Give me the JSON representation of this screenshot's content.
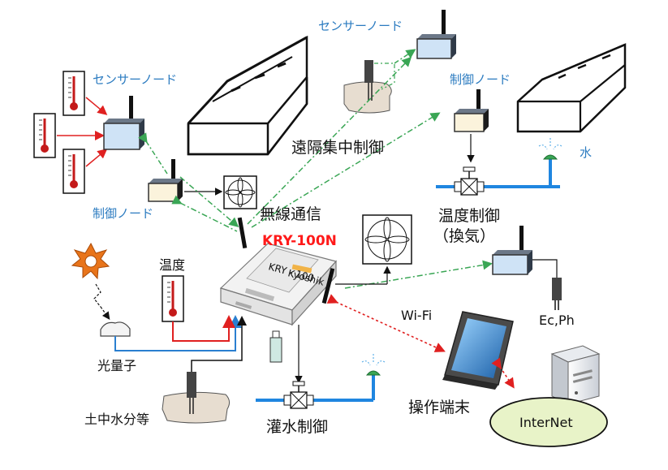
{
  "labels": {
    "sensor_node_left": "センサーノード",
    "sensor_node_top": "センサーノード",
    "control_node_right": "制御ノード",
    "control_node_left": "制御ノード",
    "remote_control": "遠隔集中制御",
    "water": "水",
    "wireless": "無線通信",
    "device_name": "KRY-100N",
    "temp_control_line1": "温度制御",
    "temp_control_line2": "（換気）",
    "temperature": "温度",
    "light_quantum": "光量子",
    "soil_moisture": "土中水分等",
    "irrigation_control": "灌水制御",
    "wifi": "Wi-Fi",
    "terminal": "操作端末",
    "internet": "InterNet",
    "ec_ph": "Ec,Ph",
    "device_brand": "Kyoshik",
    "device_model": "KRY - 100"
  },
  "colors": {
    "node_blue": "#cfe3f6",
    "node_cream": "#fbf3dc",
    "wireless_green": "#3aa655",
    "wire_red": "#e02020",
    "wire_blue": "#2a7fd0",
    "pipe_blue": "#1f86e0",
    "label_blue": "#2b7bc0",
    "internet_fill": "#e8f3c8"
  },
  "icons": [
    "thermometer-icon",
    "sensor-node-icon",
    "control-node-icon",
    "greenhouse-icon",
    "fan-icon",
    "valve-icon",
    "sprinkler-icon",
    "sun-icon",
    "light-sensor-icon",
    "soil-probe-icon",
    "tablet-icon",
    "server-icon",
    "controller-device-icon"
  ]
}
